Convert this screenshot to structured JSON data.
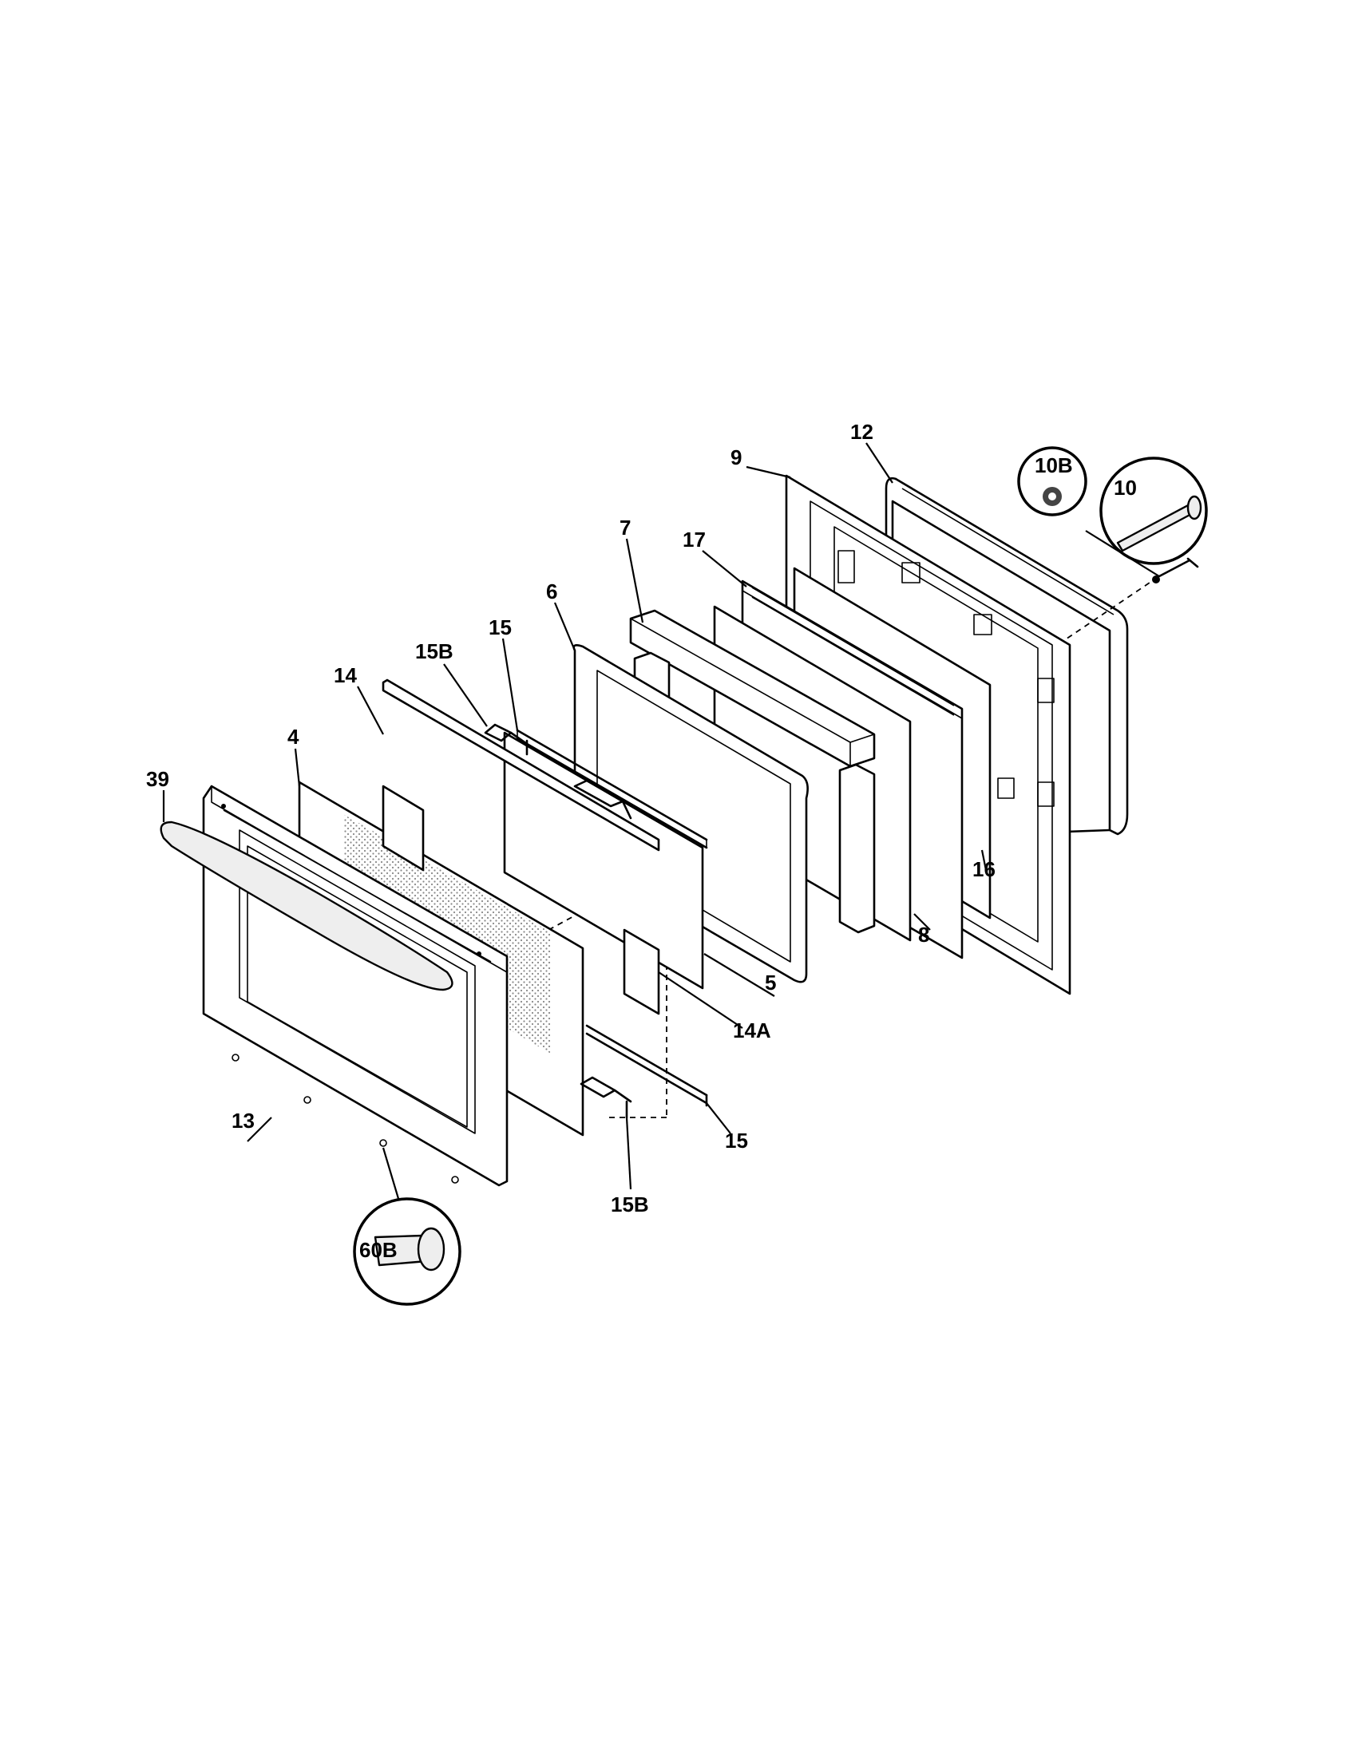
{
  "diagram": {
    "callouts": {
      "c39": "39",
      "c4": "4",
      "c14": "14",
      "c15B_top": "15B",
      "c15_top": "15",
      "c6": "6",
      "c7": "7",
      "c17": "17",
      "c9": "9",
      "c12": "12",
      "c10B": "10B",
      "c10": "10",
      "c16": "16",
      "c8": "8",
      "c5": "5",
      "c14A": "14A",
      "c13": "13",
      "c15_bottom": "15",
      "c15B_bottom": "15B",
      "c60B": "60B"
    }
  }
}
